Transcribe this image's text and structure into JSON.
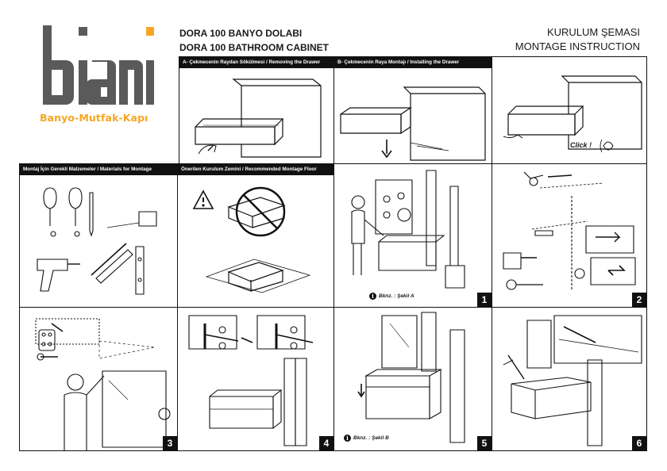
{
  "brand": {
    "logo_text": "biani",
    "tagline": "Banyo-Mutfak-Kapı",
    "colors": {
      "logo_gray": "#5a5a5a",
      "accent": "#f5a623"
    }
  },
  "product": {
    "title_tr": "DORA 100 BANYO DOLABI",
    "title_en": "DORA 100 BATHROOM CABINET"
  },
  "document": {
    "type_tr": "KURULUM ŞEMASI",
    "type_en": "MONTAGE INSTRUCTION"
  },
  "panels": {
    "removing_drawer": {
      "header": "A- Çekmecenin Raydan Sökülmesi / Removing the Drawer"
    },
    "installing_drawer": {
      "header": "B- Çekmecenin Raya Montajı / Installing the Drawer",
      "click_label": "Click !"
    },
    "materials": {
      "header": "Montaj İçin Gerekli Malzemeler / Materials for Montage"
    },
    "montage_floor": {
      "header": "Önerilen Kurulum Zemini / Recommended Montage Floor"
    },
    "step1": {
      "number": "1",
      "note": "Bknz. : Şekil A"
    },
    "step2": {
      "number": "2"
    },
    "step3": {
      "number": "3"
    },
    "step4": {
      "number": "4"
    },
    "step5": {
      "number": "5",
      "note": "Bknz. : Şekil B"
    },
    "step6": {
      "number": "6"
    }
  },
  "icons": [
    "info-icon",
    "warning-icon",
    "arrow-icon"
  ]
}
